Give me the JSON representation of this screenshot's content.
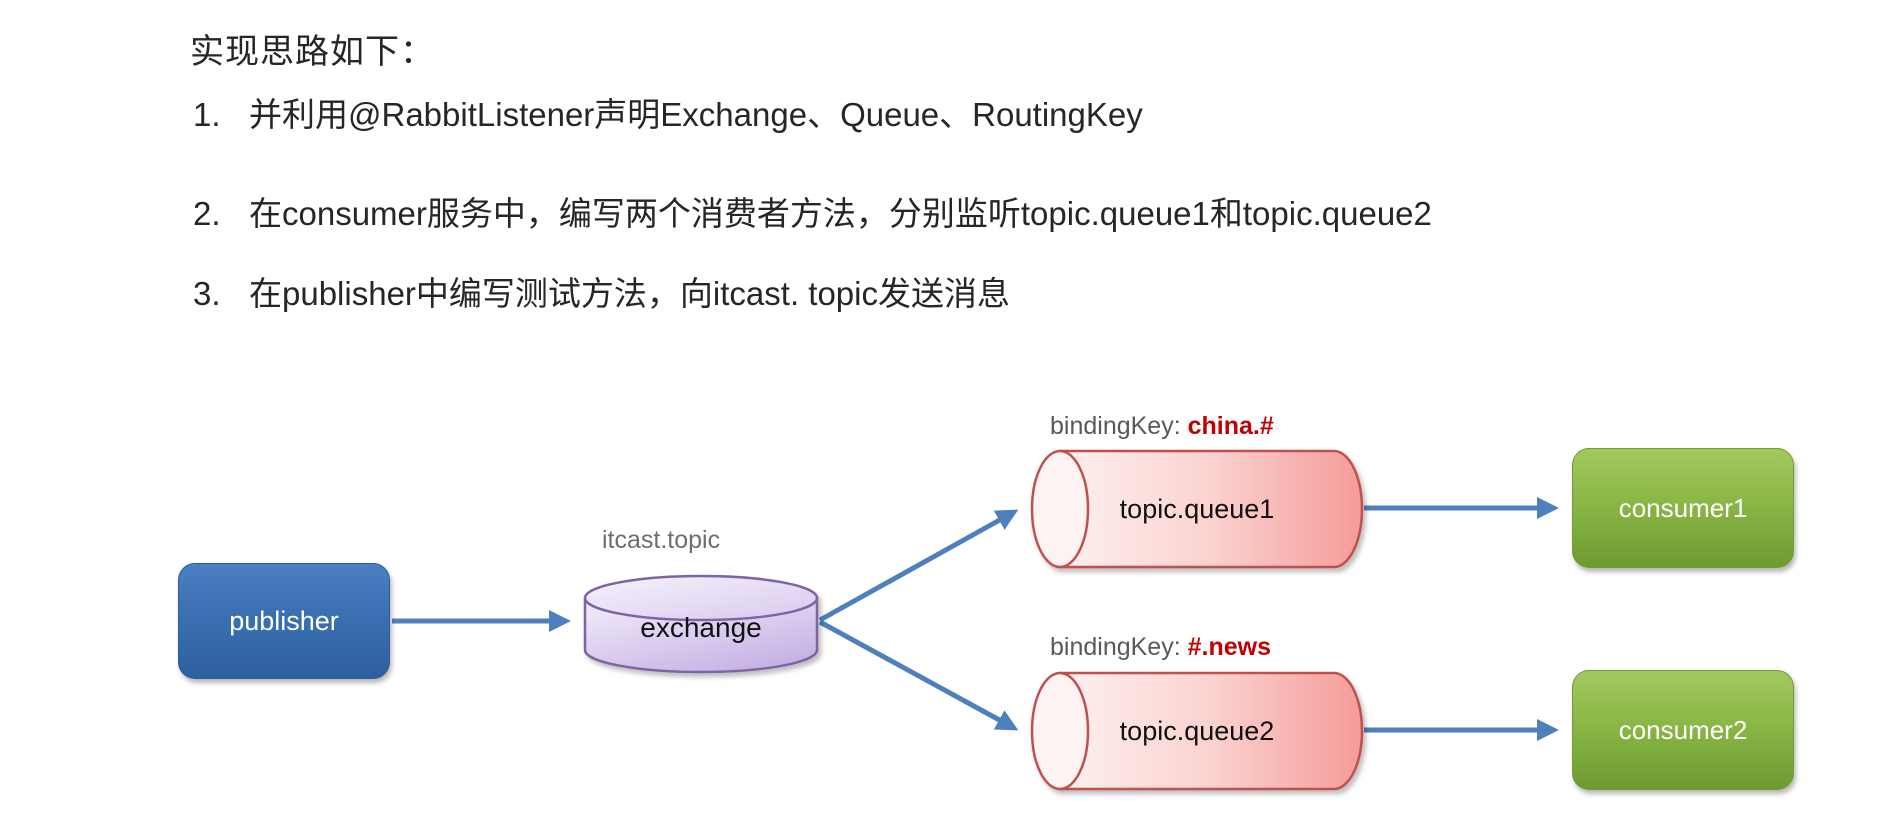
{
  "heading": "实现思路如下：",
  "steps": [
    {
      "num": "1.",
      "text": "并利用@RabbitListener声明Exchange、Queue、RoutingKey"
    },
    {
      "num": "2.",
      "text": "在consumer服务中，编写两个消费者方法，分别监听topic.queue1和topic.queue2"
    },
    {
      "num": "3.",
      "text": "在publisher中编写测试方法，向itcast. topic发送消息"
    }
  ],
  "diagram": {
    "publisher": {
      "label": "publisher"
    },
    "exchange": {
      "label": "exchange",
      "name_label": "itcast.topic"
    },
    "queue1": {
      "label": "topic.queue1",
      "binding_prefix": "bindingKey: ",
      "binding_key": "china.#"
    },
    "queue2": {
      "label": "topic.queue2",
      "binding_prefix": "bindingKey: ",
      "binding_key": "#.news"
    },
    "consumer1": {
      "label": "consumer1"
    },
    "consumer2": {
      "label": "consumer2"
    },
    "colors": {
      "publisher_fill": "#3a70b2",
      "consumer_fill": "#84b03f",
      "exchange_fill_light": "#f1ebfa",
      "exchange_fill_dark": "#c5b2e4",
      "exchange_border": "#8064a2",
      "queue_fill_light": "#fdf0ef",
      "queue_fill_dark": "#f59c99",
      "queue_border": "#c0504d",
      "arrow": "#4e80bd",
      "binding_key_red": "#c00000",
      "label_gray": "#6e6e6e",
      "node_text": "#ffffff",
      "body_text": "#262626"
    }
  }
}
